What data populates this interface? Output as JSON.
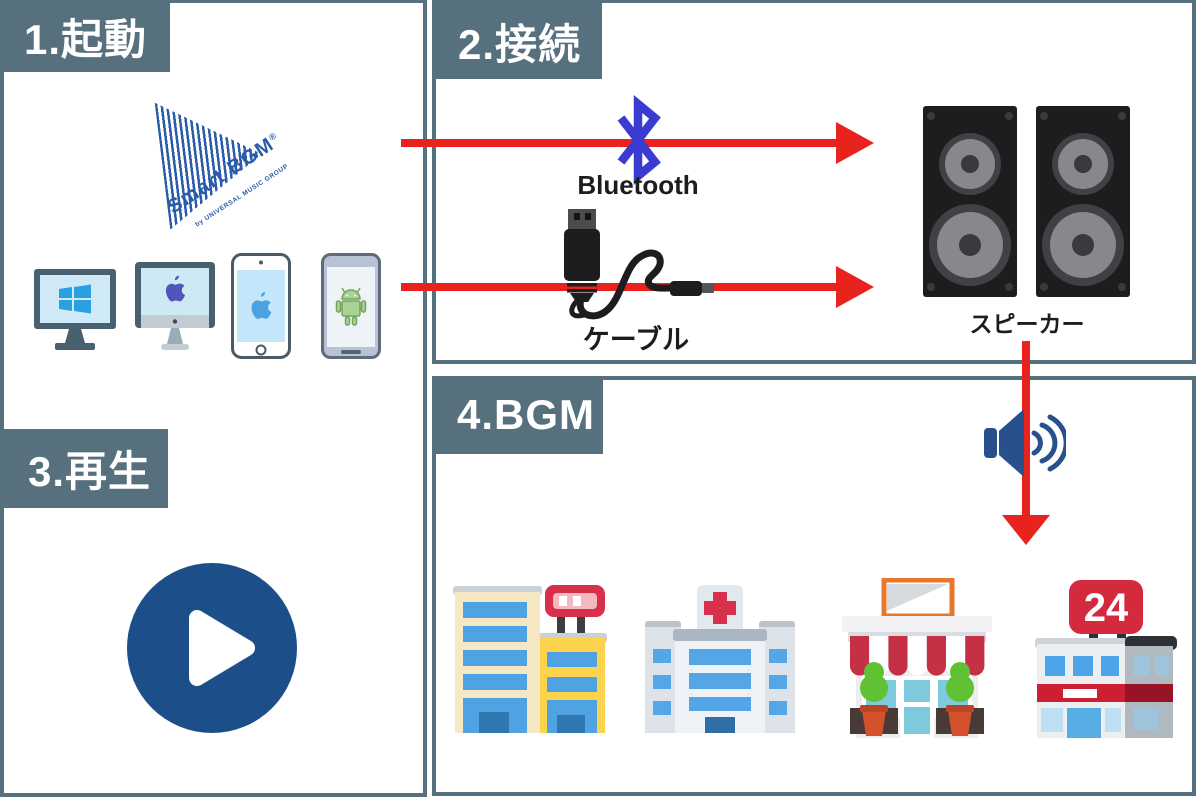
{
  "colors": {
    "panel_border": "#57707d",
    "label_bg": "#57707d",
    "arrow_red": "#e8231e",
    "bluetooth_blue": "#3a3bd0",
    "volume_blue": "#27508d",
    "play_blue": "#1c4e8a",
    "logo_blue": "#2a5caa"
  },
  "steps": [
    {
      "label": "1.起動"
    },
    {
      "label": "2.接続"
    },
    {
      "label": "3.再生"
    },
    {
      "label": "4.BGM"
    }
  ],
  "launch": {
    "logo": {
      "title": "Smart BGM",
      "reg": "®",
      "subtitle": "by UNIVERSAL MUSIC GROUP"
    },
    "devices": [
      "windows-pc",
      "imac",
      "iphone",
      "android-tablet"
    ]
  },
  "connect": {
    "bluetooth_label": "Bluetooth",
    "cable_label": "ケーブル",
    "speaker_label": "スピーカー"
  },
  "bgm": {
    "store24_sign": "24",
    "locations": [
      "office-building",
      "hospital",
      "shop",
      "convenience-store"
    ]
  }
}
